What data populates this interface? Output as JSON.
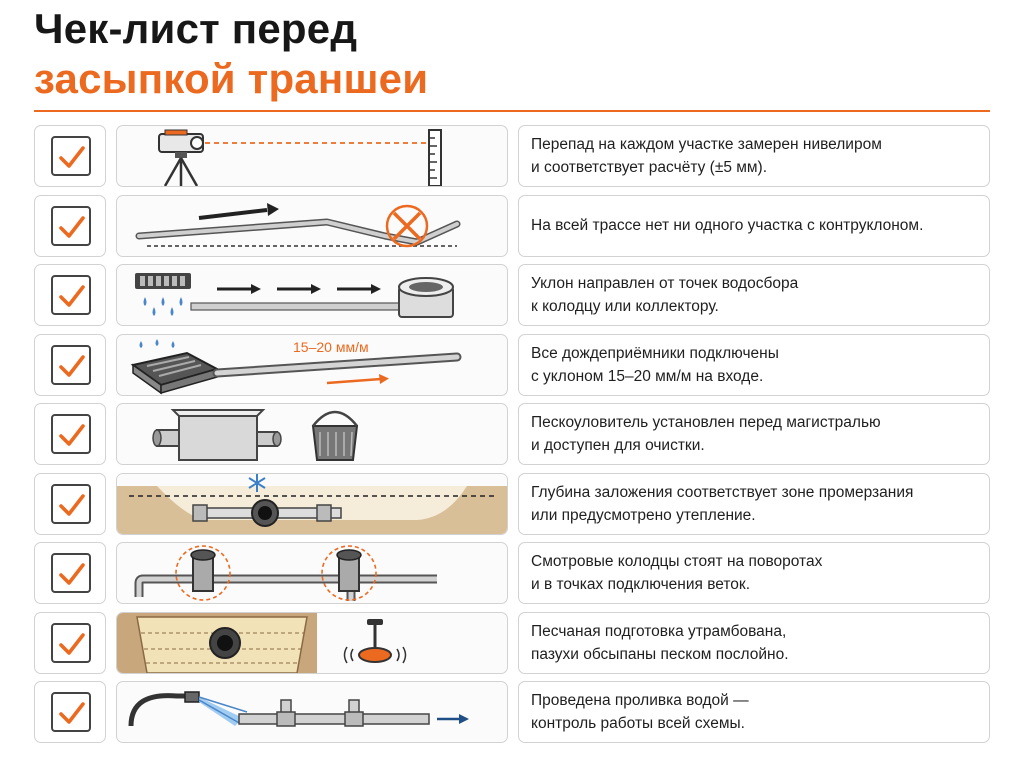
{
  "header": {
    "title_line1": "Чек-лист перед",
    "title_line2": "засыпкой траншеи"
  },
  "colors": {
    "accent": "#ec6a20",
    "text": "#1f1f1f",
    "border": "#d2d2d2"
  },
  "items": [
    {
      "line1": "Перепад на каждом участке замерен нивелиром",
      "line2": "и соответствует расчёту (±5 мм).",
      "checked": true,
      "icon": "level-instrument-icon"
    },
    {
      "line1": "На всей трассе нет ни одного участка с контруклоном.",
      "line2": "",
      "checked": true,
      "icon": "counter-slope-icon"
    },
    {
      "line1": "Уклон направлен от точек водосбора",
      "line2": "к колодцу или коллектору.",
      "checked": true,
      "icon": "slope-direction-icon"
    },
    {
      "line1": "Все дождеприёмники подключены",
      "line2": "с уклоном 15–20 мм/м на входе.",
      "checked": true,
      "icon": "storm-inlet-icon",
      "annotation": "15–20 мм/м"
    },
    {
      "line1": "Пескоуловитель установлен перед магистралью",
      "line2": "и доступен для очистки.",
      "checked": true,
      "icon": "sand-trap-icon"
    },
    {
      "line1": "Глубина заложения соответствует зоне промерзания",
      "line2": "или предусмотрено утепление.",
      "checked": true,
      "icon": "frost-depth-icon"
    },
    {
      "line1": "Смотровые колодцы стоят на поворотах",
      "line2": "и в точках подключения веток.",
      "checked": true,
      "icon": "inspection-well-icon"
    },
    {
      "line1": "Песчаная подготовка утрамбована,",
      "line2": "пазухи обсыпаны песком послойно.",
      "checked": true,
      "icon": "sand-compaction-icon"
    },
    {
      "line1": "Проведена проливка водой —",
      "line2": "контроль работы всей схемы.",
      "checked": true,
      "icon": "water-flush-icon"
    }
  ]
}
